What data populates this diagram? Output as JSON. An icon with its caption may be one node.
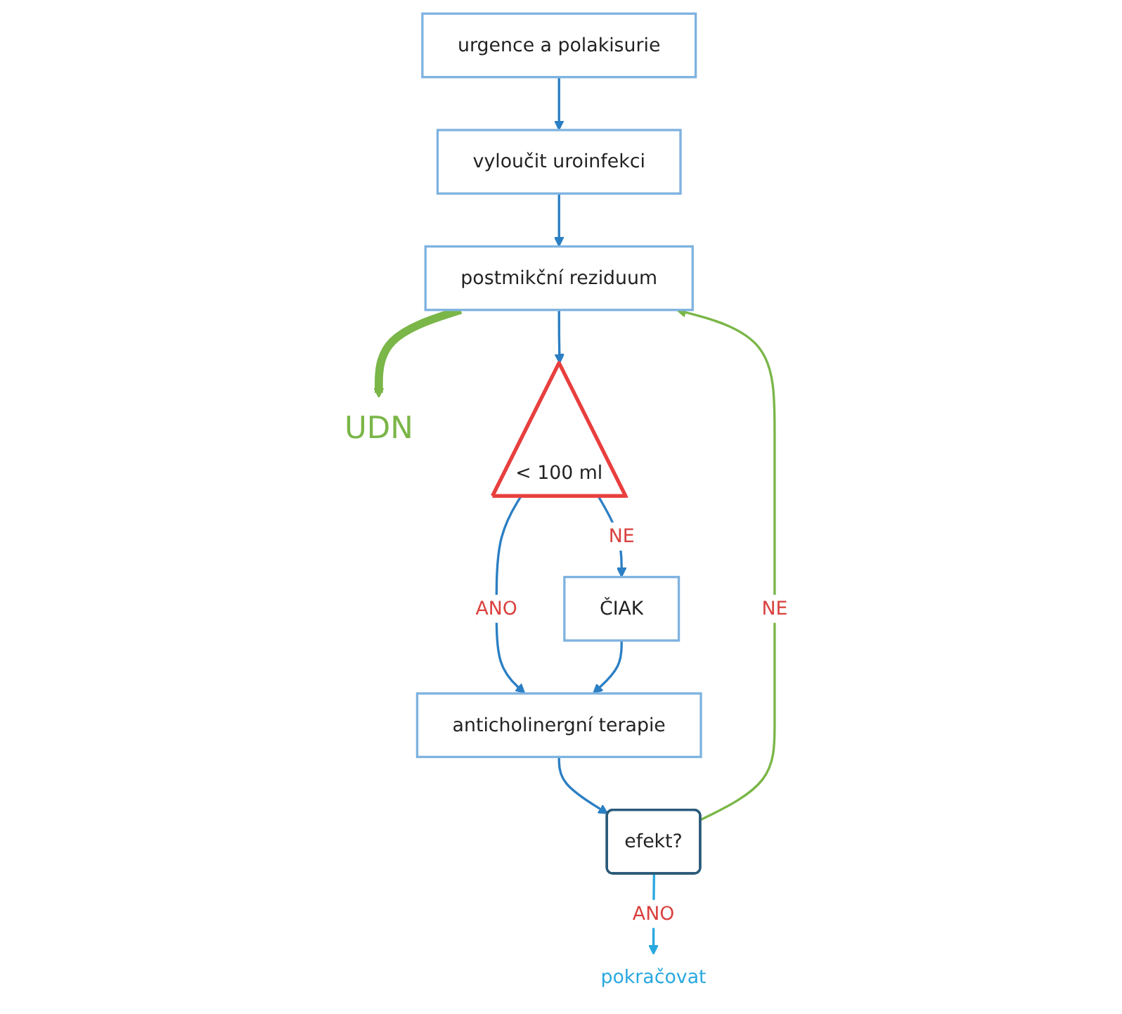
{
  "diagram": {
    "nodes": [
      {
        "text": [
          "urgence a polakisurie"
        ]
      },
      {
        "text": [
          "vyloučit uroinfekci"
        ]
      },
      {
        "text": [
          "postmikční reziduum"
        ]
      },
      {
        "text": [
          "UDN"
        ]
      },
      {
        "text": [
          "< 100 ml"
        ]
      },
      {
        "text": [
          "ČIAK"
        ]
      },
      {
        "text": [
          "anticholinergní terapie"
        ]
      },
      {
        "text": [
          "efekt?"
        ]
      },
      {
        "text": [
          "pokračovat"
        ]
      }
    ],
    "edges": [
      {
        "from": 0,
        "to": 1,
        "arrow": "to"
      },
      {
        "from": 1,
        "to": 2,
        "arrow": "to"
      },
      {
        "from": 2,
        "to": 3,
        "arrow": "to",
        "style": "thick",
        "color": "#7ab648"
      },
      {
        "from": 2,
        "to": 4,
        "arrow": "to"
      },
      {
        "from": 4,
        "to": 6,
        "arrow": "to",
        "label": "ANO"
      },
      {
        "from": 4,
        "to": 5,
        "arrow": "to",
        "label": "NE"
      },
      {
        "from": 5,
        "to": 6,
        "arrow": "to"
      },
      {
        "from": 6,
        "to": 7,
        "arrow": "to"
      },
      {
        "from": 7,
        "to": 2,
        "arrow": "to",
        "label": "NE",
        "color": "#7ab648"
      },
      {
        "from": 7,
        "to": 8,
        "arrow": "to",
        "label": "ANO",
        "color": "#29a8e0"
      }
    ]
  }
}
